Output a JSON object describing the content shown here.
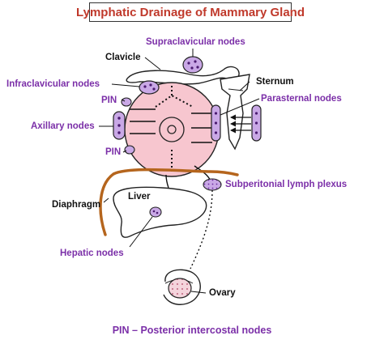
{
  "title": "Lymphatic Drainage of Mammary Gland",
  "labels": {
    "clavicle": "Clavicle",
    "supraclavicular": "Supraclavicular nodes",
    "infraclavicular": "Infraclavicular nodes",
    "sternum": "Sternum",
    "pin_top": "PIN",
    "parasternal": "Parasternal nodes",
    "axillary": "Axillary nodes",
    "pin_bottom": "PIN",
    "subperitonial": "Subperitonial lymph plexus",
    "diaphragm": "Diaphragm",
    "liver": "Liver",
    "hepatic": "Hepatic nodes",
    "ovary": "Ovary"
  },
  "footer": "PIN – Posterior intercostal nodes",
  "colors": {
    "title": "#c0392b",
    "node_label": "#7b2fa8",
    "breast_fill": "#f7c6cf",
    "node_fill": "#c9a8e6",
    "diaphragm": "#b5651d"
  }
}
